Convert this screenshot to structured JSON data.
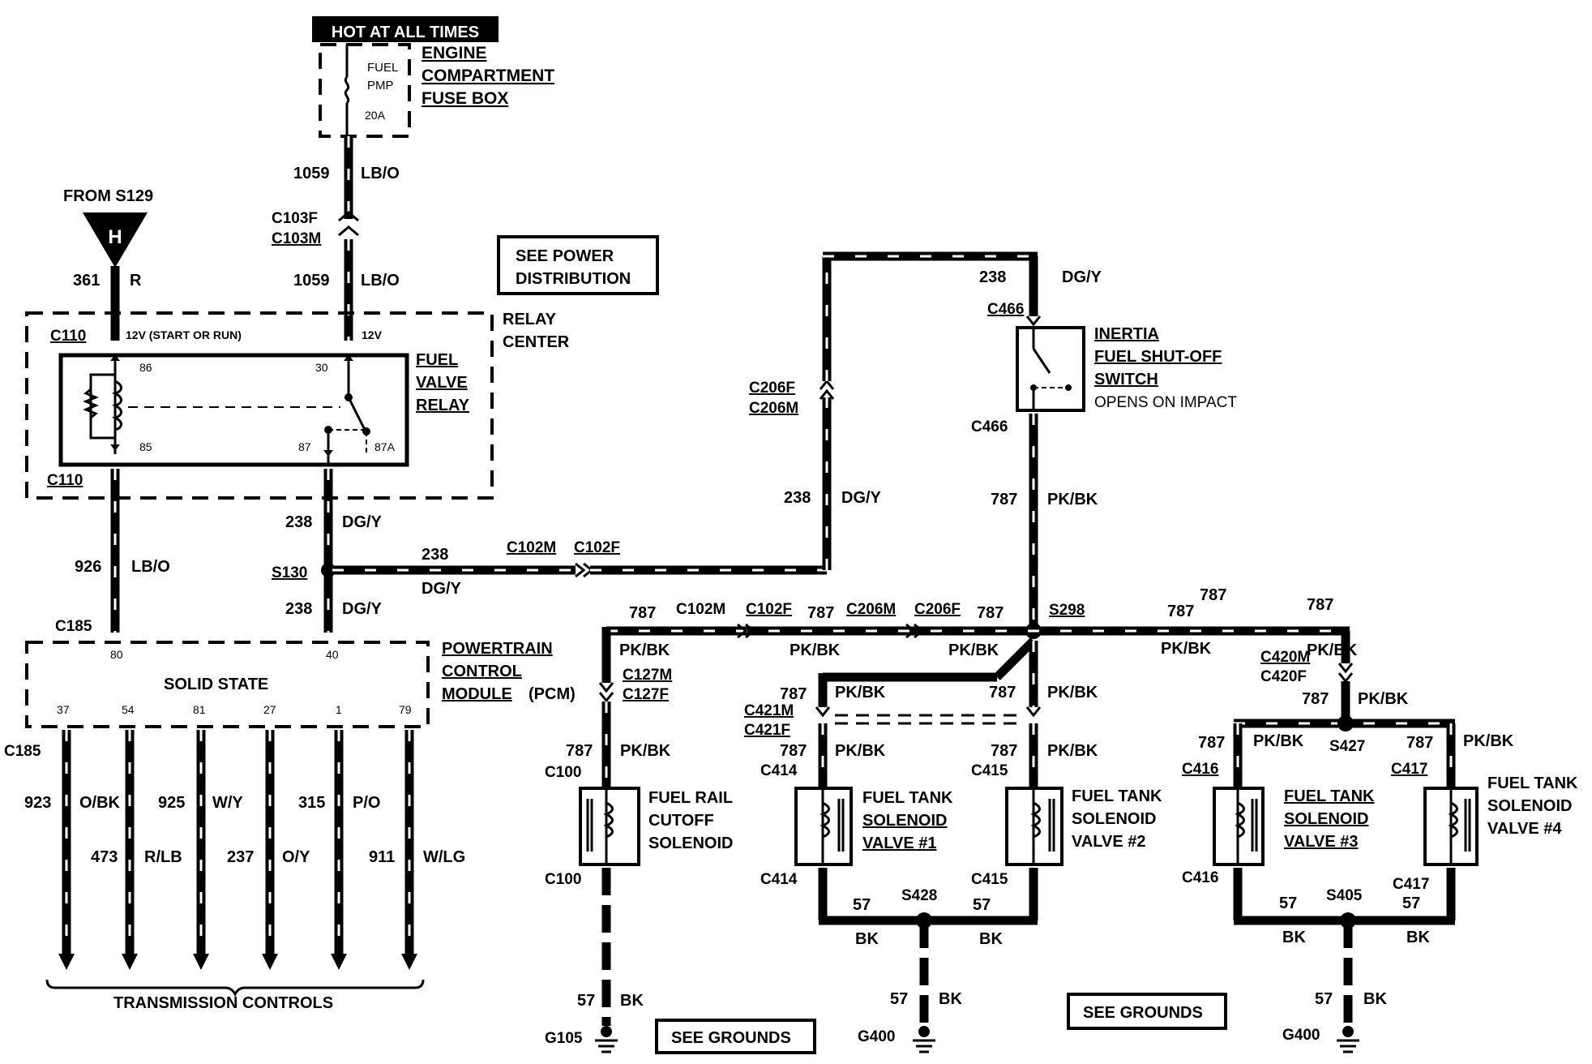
{
  "header": {
    "hot": "HOT AT ALL TIMES",
    "fuse_name": "FUEL",
    "fuse_name2": "PMP",
    "fuse_rating": "20A",
    "fusebox_1": "ENGINE",
    "fusebox_2": "COMPARTMENT",
    "fusebox_3": "FUSE BOX"
  },
  "source": {
    "from": "FROM S129",
    "letter": "H"
  },
  "wires": {
    "w1059a": "1059",
    "lbo_a": "LB/O",
    "c103f": "C103F",
    "c103m": "C103M",
    "w1059b": "1059",
    "lbo_b": "LB/O",
    "w361": "361",
    "r": "R",
    "w238a": "238",
    "dgy_a": "DG/Y",
    "w238b": "238",
    "dgy_b": "DG/Y",
    "w238c": "238",
    "dgy_c": "DG/Y",
    "w238d": "238",
    "dgy_d": "DG/Y",
    "w238e": "238",
    "dgy_e": "DG/Y",
    "w926": "926",
    "lbo_c": "LB/O",
    "w787a": "787",
    "pkbk_a": "PK/BK"
  },
  "relay": {
    "c110_top": "C110",
    "v12_start": "12V (START OR RUN)",
    "v12": "12V",
    "center1": "RELAY",
    "center2": "CENTER",
    "name1": "FUEL",
    "name2": "VALVE",
    "name3": "RELAY",
    "p86": "86",
    "p85": "85",
    "p30": "30",
    "p87": "87",
    "p87a": "87A",
    "c110_bot": "C110"
  },
  "notes": {
    "power1": "SEE POWER",
    "power2": "DISTRIBUTION",
    "grounds_a": "SEE GROUNDS",
    "grounds_b": "SEE GROUNDS"
  },
  "splices": {
    "s130": "S130",
    "s298": "S298",
    "s427": "S427",
    "s428": "S428",
    "s405": "S405"
  },
  "connectors": {
    "c102m_a": "C102M",
    "c102f_a": "C102F",
    "c206f_a": "C206F",
    "c206m_a": "C206M",
    "c466_a": "C466",
    "c466_b": "C466",
    "c102m_b": "C102M",
    "c102f_b": "C102F",
    "c206m_b": "C206M",
    "c206f_b": "C206F",
    "c127m": "C127M",
    "c127f": "C127F",
    "c100_a": "C100",
    "c100_b": "C100",
    "c421m": "C421M",
    "c421f": "C421F",
    "c414_a": "C414",
    "c414_b": "C414",
    "c415_a": "C415",
    "c415_b": "C415",
    "c420m": "C420M",
    "c420f": "C420F",
    "c416_a": "C416",
    "c416_b": "C416",
    "c417_a": "C417",
    "c417_b": "C417",
    "c185_a": "C185",
    "c185_b": "C185"
  },
  "switch": {
    "l1": "INERTIA",
    "l2": "FUEL SHUT-OFF",
    "l3": "SWITCH",
    "l4": "OPENS ON IMPACT"
  },
  "pcm": {
    "l1": "POWERTRAIN",
    "l2": "CONTROL",
    "l3": "MODULE",
    "l3b": "(PCM)",
    "state": "SOLID STATE",
    "p80": "80",
    "p40": "40",
    "p37": "37",
    "p54": "54",
    "p81": "81",
    "p27": "27",
    "p1": "1",
    "p79": "79"
  },
  "trans": {
    "w923": "923",
    "obk": "O/BK",
    "w925": "925",
    "wy": "W/Y",
    "w315": "315",
    "po": "P/O",
    "w473": "473",
    "rlb": "R/LB",
    "w237": "237",
    "oy": "O/Y",
    "w911": "911",
    "wlg": "W/LG",
    "label": "TRANSMISSION CONTROLS"
  },
  "bottom": {
    "n787_1": "787",
    "n787_2": "787",
    "n787_3": "787",
    "n787_4": "787",
    "n787_5": "787",
    "n787_6": "787",
    "n787_7": "787",
    "n787_8": "787",
    "n787_9": "787",
    "n787_10": "787",
    "n787_11": "787",
    "n787_12": "787",
    "n787_13": "787",
    "n787_14": "787",
    "pk_1": "PK/BK",
    "pk_2": "PK/BK",
    "pk_3": "PK/BK",
    "pk_4": "PK/BK",
    "pk_5": "PK/BK",
    "pk_6": "PK/BK",
    "pk_7": "PK/BK",
    "pk_8": "PK/BK",
    "pk_9": "PK/BK",
    "pk_10": "PK/BK",
    "pk_11": "PK/BK",
    "pk_12": "PK/BK",
    "pk_13": "PK/BK",
    "n57_1": "57",
    "n57_2": "57",
    "n57_3": "57",
    "n57_4": "57",
    "n57_5": "57",
    "n57_6": "57",
    "n57_7": "57",
    "bk_1": "BK",
    "bk_2": "BK",
    "bk_3": "BK",
    "bk_4": "BK",
    "bk_5": "BK",
    "bk_6": "BK",
    "bk_7": "BK",
    "g105": "G105",
    "g400_a": "G400",
    "g400_b": "G400"
  },
  "components": {
    "rail1": "FUEL RAIL",
    "rail2": "CUTOFF",
    "rail3": "SOLENOID",
    "v1a": "FUEL TANK",
    "v1b": "SOLENOID",
    "v1c": "VALVE #1",
    "v2a": "FUEL TANK",
    "v2b": "SOLENOID",
    "v2c": "VALVE #2",
    "v3a": "FUEL TANK",
    "v3b": "SOLENOID",
    "v3c": "VALVE #3",
    "v4a": "FUEL TANK",
    "v4b": "SOLENOID",
    "v4c": "VALVE #4"
  }
}
